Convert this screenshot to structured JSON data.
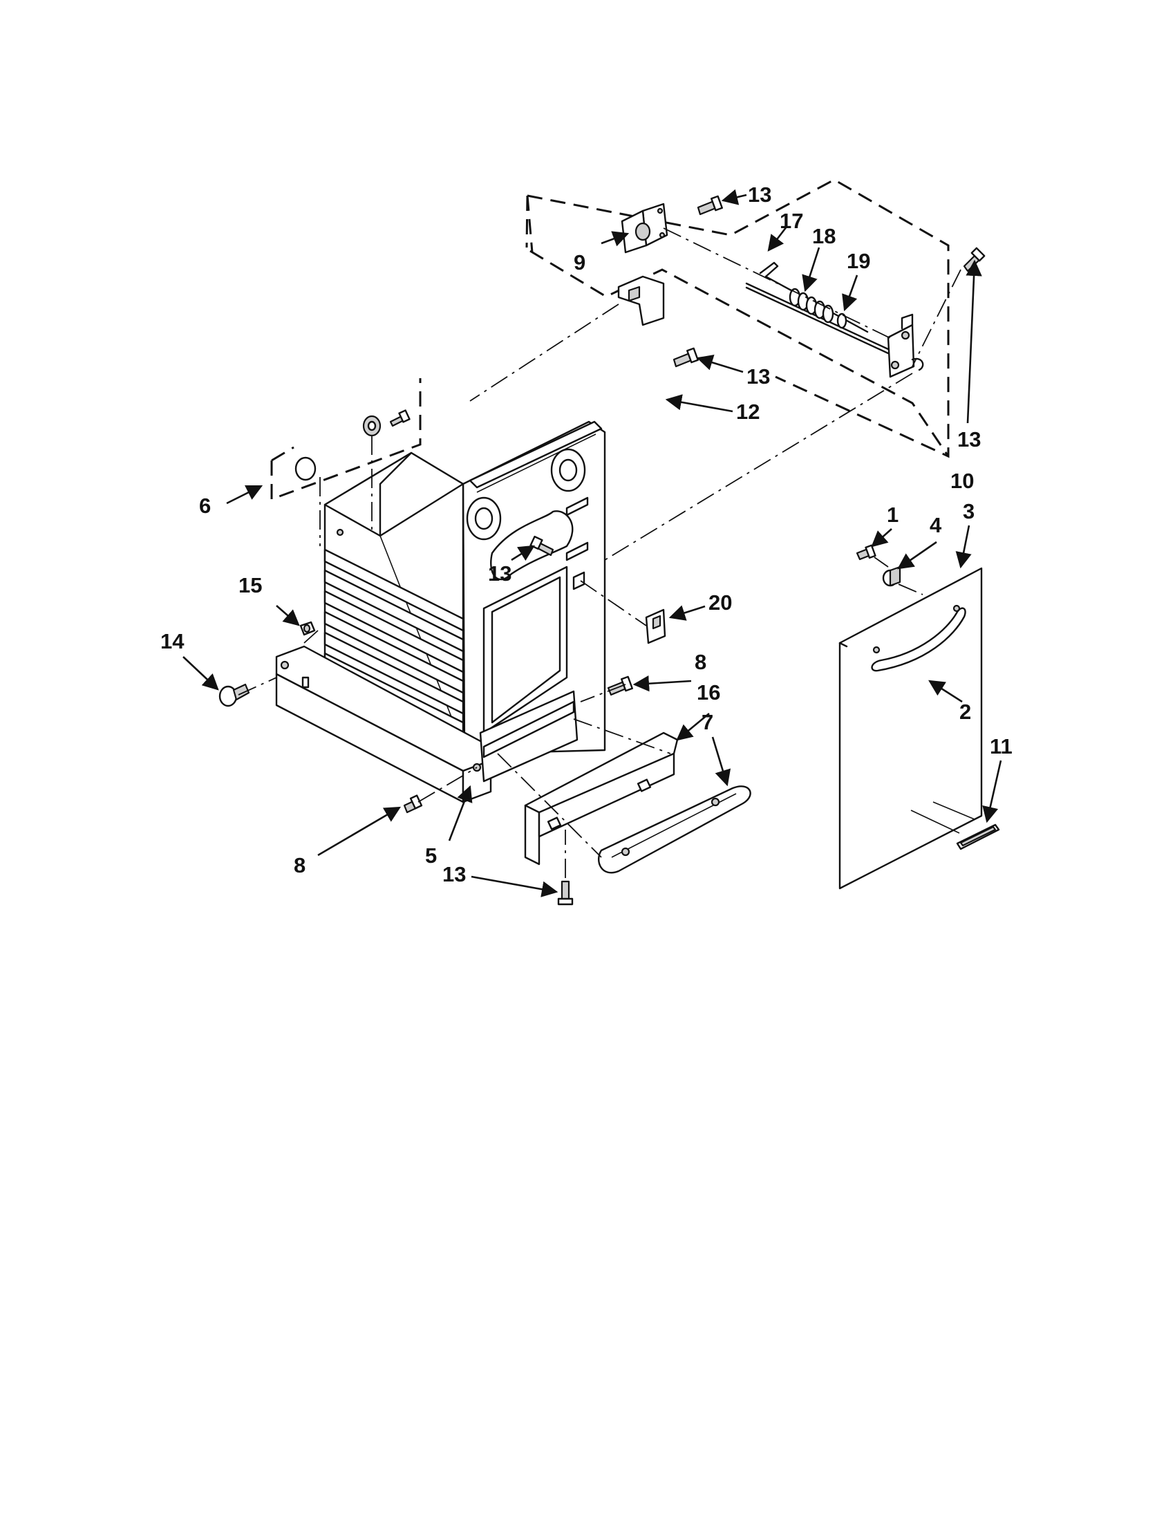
{
  "callouts": {
    "c1": "1",
    "c2": "2",
    "c3": "3",
    "c4": "4",
    "c5": "5",
    "c6": "6",
    "c7": "7",
    "c8a": "8",
    "c8b": "8",
    "c9": "9",
    "c10": "10",
    "c11": "11",
    "c12": "12",
    "c13a": "13",
    "c13b": "13",
    "c13c": "13",
    "c13d": "13",
    "c13e": "13",
    "c14": "14",
    "c15": "15",
    "c16": "16",
    "c17": "17",
    "c18": "18",
    "c19": "19",
    "c20": "20"
  }
}
